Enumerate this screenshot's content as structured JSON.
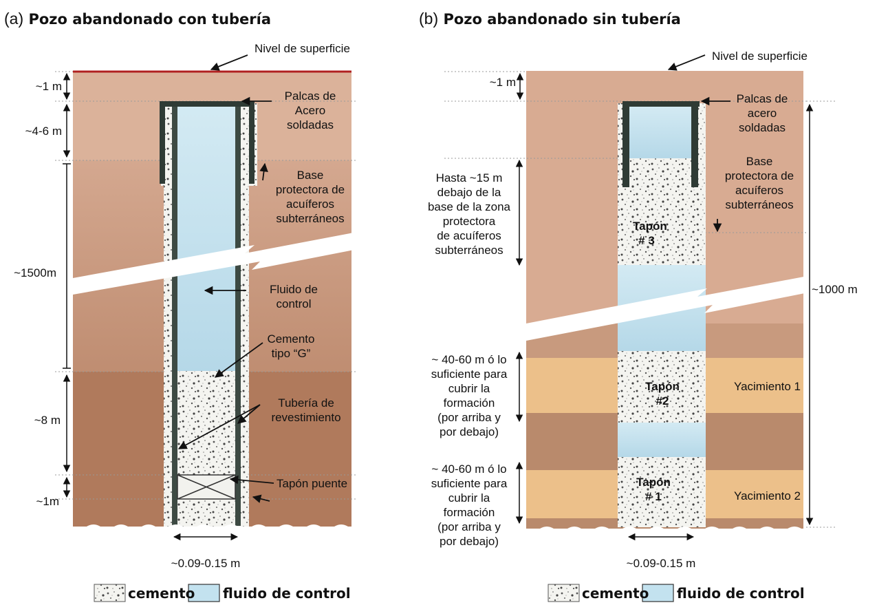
{
  "panel_a": {
    "letter": "(a)",
    "title": "Pozo abandonado con tubería",
    "surface": "Nivel de superficie",
    "dim_1m": "~1 m",
    "dim_4_6m": "~4-6 m",
    "dim_1500m": "~1500m",
    "dim_8m": "~8 m",
    "dim_1m_b": "~1m",
    "plates": [
      "Palcas de",
      "Acero",
      "soldadas"
    ],
    "aquifer": [
      "Base",
      "protectora de",
      "acuíferos",
      "subterráneos"
    ],
    "fluid": [
      "Fluido de",
      "control"
    ],
    "cement": [
      "Cemento",
      "tipo “G”"
    ],
    "casing": [
      "Tubería de",
      "revestimiento"
    ],
    "bridge_plug": "Tapón puente",
    "diameter": "~0.09-0.15 m",
    "legend_cement": "cemento",
    "legend_fluid": "fluido de control"
  },
  "panel_b": {
    "letter": "(b)",
    "title": "Pozo abandonado sin tubería",
    "surface": "Nivel de superficie",
    "dim_1m": "~1 m",
    "plates": [
      "Palcas de",
      "acero",
      "soldadas"
    ],
    "aquifer": [
      "Base",
      "protectora de",
      "acuíferos",
      "subterráneos"
    ],
    "depth_15m": [
      "Hasta ~15 m",
      "debajo de la",
      "base de la zona",
      "protectora",
      "de acuíferos",
      "subterráneos"
    ],
    "plug3": [
      "Tapón",
      "# 3"
    ],
    "plug2": [
      "Tapón",
      "#2"
    ],
    "plug1": [
      "Tapón",
      "# 1"
    ],
    "dim_1000m": "~1000 m",
    "formation_text": [
      "~ 40-60 m ó lo",
      "suficiente para",
      "cubrir la",
      "formación",
      "(por arriba y",
      "por debajo)"
    ],
    "reservoir1": "Yacimiento 1",
    "reservoir2": "Yacimiento 2",
    "diameter": "~0.09-0.15 m",
    "legend_cement": "cemento",
    "legend_fluid": "fluido de control"
  },
  "colors": {
    "rock_light": "#dcae96",
    "rock_mid": "#c99a7c",
    "rock_dark": "#b8866a",
    "reservoir": "#ecc08a",
    "fluid": "#c3e2ef",
    "casing": "#3d4a43",
    "surface_line": "#b02020"
  }
}
